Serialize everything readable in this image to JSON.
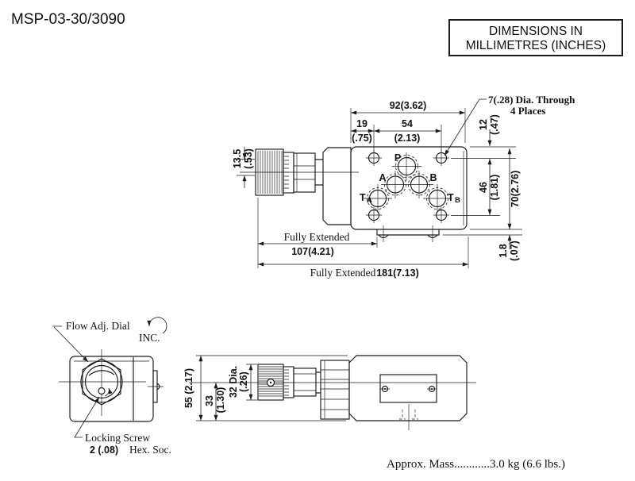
{
  "title": "MSP-03-30/3090",
  "note_box": {
    "line1": "DIMENSIONS IN",
    "line2": "MILLIMETRES (INCHES)"
  },
  "top_view": {
    "dim_width": "92(3.62)",
    "dim_19_mm": "19",
    "dim_19_in": "(.75)",
    "dim_54_mm": "54",
    "dim_54_in": "(2.13)",
    "hole_note1": "7(.28) Dia. Through",
    "hole_note2": "4 Places",
    "dim_12_mm": "12",
    "dim_12_in": "(.47)",
    "dim_46_mm": "46",
    "dim_46_in": "(1.81)",
    "dim_70": "70(2.76)",
    "dim_18_mm": "1.8",
    "dim_18_in": "(.07)",
    "dim_135_mm": "13.5",
    "dim_135_in": "(.53)",
    "fully_extended_label": "Fully Extended",
    "dim_107": "107(4.21)",
    "fully_extended_label2": "Fully Extended",
    "dim_181": "181(7.13)",
    "port_p": "P",
    "port_a": "A",
    "port_b": "B",
    "port_t": "T",
    "port_ta_sub": "A",
    "port_tb_sub": "B"
  },
  "front_view": {
    "flow_dial": "Flow Adj. Dial",
    "inc": "INC.",
    "locking1": "Locking Screw",
    "locking2a": "2 (.08)",
    "locking2b": "Hex. Soc."
  },
  "side_view": {
    "dim_55": "55 (2.17)",
    "dim_33_mm": "33",
    "dim_33_in": "(1.30)",
    "dim_32_mm": "32 Dia.",
    "dim_32_in": "(.26)"
  },
  "footer": {
    "mass": "Approx. Mass............3.0 kg (6.6 lbs.)"
  }
}
